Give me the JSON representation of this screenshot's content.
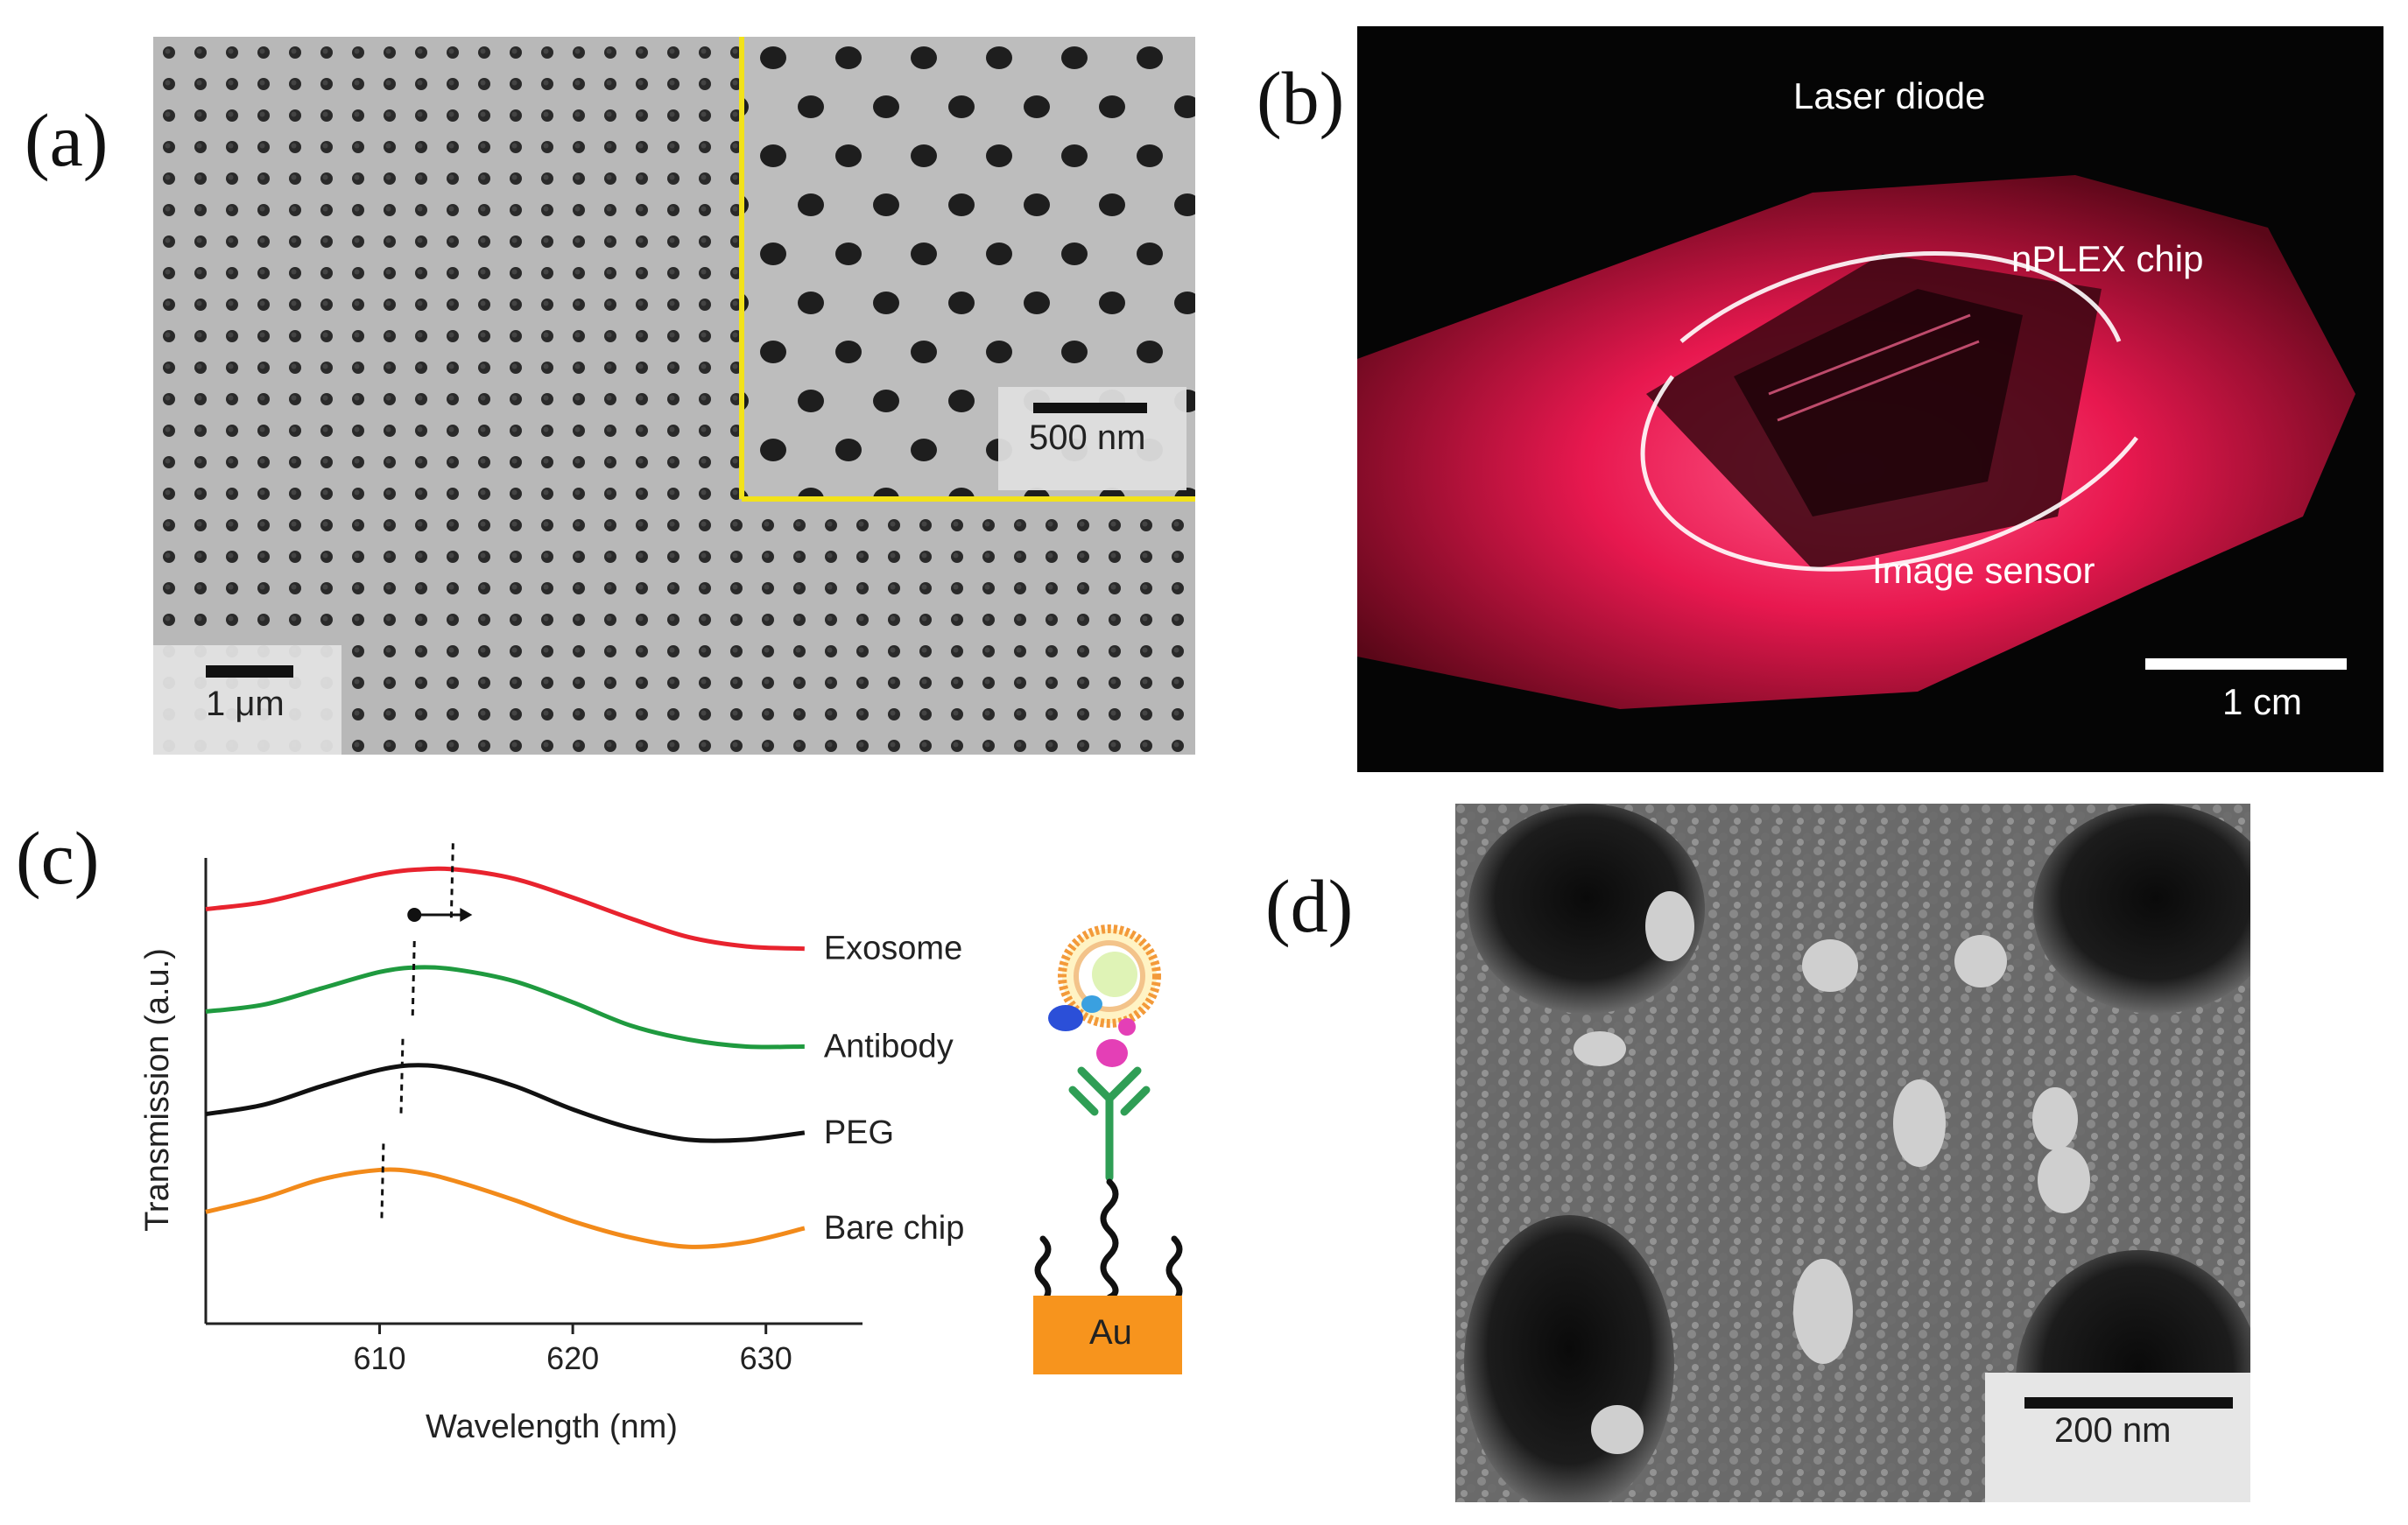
{
  "panels": {
    "a": {
      "label": "(a)",
      "scale_bar_main": "1 μm",
      "scale_bar_inset": "500 nm"
    },
    "b": {
      "label": "(b)",
      "annotations": {
        "laser": "Laser diode",
        "chip": "nPLEX chip",
        "sensor": "Image sensor"
      },
      "scale_bar": "1 cm"
    },
    "c": {
      "label": "(c)",
      "schematic_label": "Au"
    },
    "d": {
      "label": "(d)",
      "scale_bar": "200 nm"
    }
  },
  "colors": {
    "inset_border": "#f2e21a",
    "exosome": "#e8232e",
    "antibody": "#1f9a3f",
    "peg": "#111111",
    "bare_chip": "#f28a1a",
    "au": "#f7941d",
    "laser_glow": "#e8184f"
  },
  "chart_data": {
    "type": "line",
    "xlabel": "Wavelength (nm)",
    "ylabel": "Transmission (a.u.)",
    "xlim": [
      601,
      635
    ],
    "xticks": [
      610,
      620,
      630
    ],
    "grid": false,
    "x": [
      601,
      604,
      607,
      610,
      612,
      614,
      617,
      620,
      623,
      626,
      629,
      632
    ],
    "series": [
      {
        "name": "Exosome",
        "color": "#e8232e",
        "peak": 613.8,
        "values": [
          0.89,
          0.905,
          0.935,
          0.965,
          0.975,
          0.975,
          0.955,
          0.915,
          0.87,
          0.83,
          0.81,
          0.805
        ]
      },
      {
        "name": "Antibody",
        "color": "#1f9a3f",
        "peak": 611.8,
        "values": [
          0.67,
          0.685,
          0.72,
          0.755,
          0.765,
          0.76,
          0.735,
          0.69,
          0.64,
          0.61,
          0.595,
          0.595
        ]
      },
      {
        "name": "PEG",
        "color": "#111111",
        "peak": 611.2,
        "values": [
          0.45,
          0.47,
          0.51,
          0.545,
          0.555,
          0.545,
          0.51,
          0.46,
          0.42,
          0.395,
          0.395,
          0.41
        ]
      },
      {
        "name": "Bare chip",
        "color": "#f28a1a",
        "peak": 610.2,
        "values": [
          0.24,
          0.27,
          0.31,
          0.33,
          0.325,
          0.305,
          0.265,
          0.22,
          0.185,
          0.165,
          0.175,
          0.205
        ]
      }
    ]
  }
}
